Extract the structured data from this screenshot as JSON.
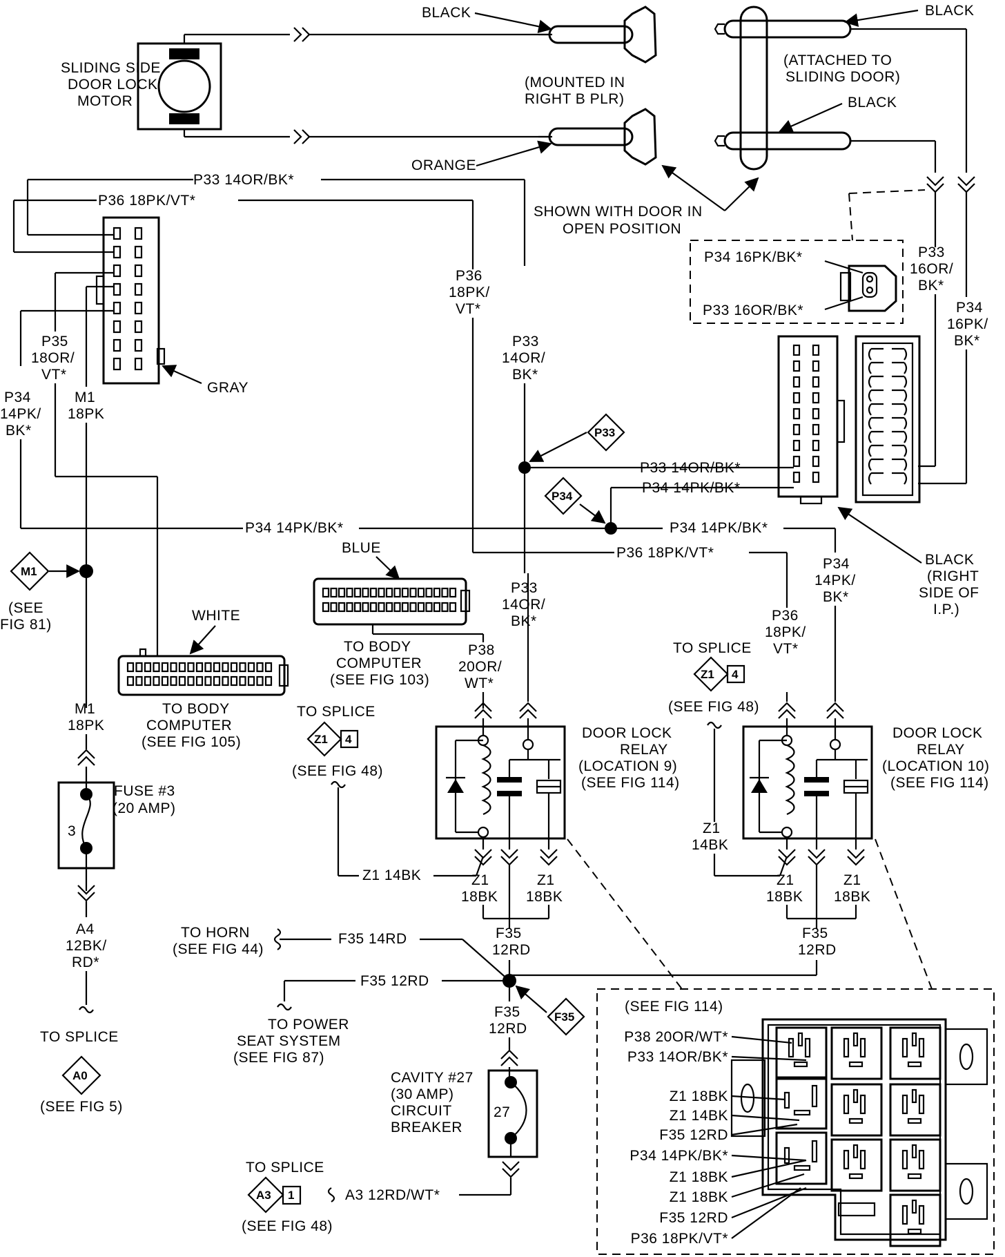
{
  "components": {
    "motor": [
      "SLIDING SIDE",
      "DOOR LOCK",
      "MOTOR"
    ],
    "contacts_mount": [
      "(MOUNTED IN",
      "RIGHT B PLR)"
    ],
    "contacts_door": [
      "(ATTACHED TO",
      "SLIDING DOOR)"
    ],
    "door_open_note": [
      "SHOWN WITH DOOR IN",
      "OPEN POSITION"
    ],
    "gray_connector": "GRAY",
    "black_connector": [
      "BLACK",
      "(RIGHT",
      "SIDE OF",
      "I.P.)"
    ],
    "blue_connector": "BLUE",
    "white_connector": "WHITE",
    "body_computer_blue": [
      "TO BODY",
      "COMPUTER",
      "(SEE FIG 103)"
    ],
    "body_computer_white": [
      "TO BODY",
      "COMPUTER",
      "(SEE FIG 105)"
    ],
    "relay9": [
      "DOOR LOCK",
      "RELAY",
      "(LOCATION 9)",
      "(SEE FIG 114)"
    ],
    "relay10": [
      "DOOR LOCK",
      "RELAY",
      "(LOCATION 10)",
      "(SEE FIG 114)"
    ],
    "fuse": [
      "FUSE #3",
      "(20 AMP)"
    ],
    "fuse_number": "3",
    "breaker": [
      "CAVITY #27",
      "(30 AMP)",
      "CIRCUIT",
      "BREAKER"
    ],
    "breaker_number": "27",
    "see_fig_114": "(SEE FIG 114)",
    "to_horn": [
      "TO HORN",
      "(SEE FIG 44)"
    ],
    "to_power_seat": [
      "TO POWER",
      "SEAT SYSTEM",
      "(SEE FIG 87)"
    ]
  },
  "wire_colors": {
    "black": "BLACK",
    "orange": "ORANGE"
  },
  "wires": {
    "p33_top": "P33  14OR/BK*",
    "p36_top": "P36  18PK/VT*",
    "p36_vert": [
      "P36",
      "18PK/",
      "VT*"
    ],
    "p33_vert": [
      "P33",
      "14OR/",
      "BK*"
    ],
    "p35_vert": [
      "P35",
      "18OR/",
      "VT*"
    ],
    "m1_vert": [
      "M1",
      "18PK"
    ],
    "p34_left": [
      "P34",
      "14PK/",
      "BK*"
    ],
    "p34_mid": "P34 14PK/BK*",
    "p33_conn": "P33  14OR/BK*",
    "p34_conn": "P34  14PK/BK*",
    "p34_right": "P34  14PK/BK*",
    "p36_right": "P36  18PK/VT*",
    "p34_relay": [
      "P34",
      "14PK/",
      "BK*"
    ],
    "p36_relay": [
      "P36",
      "18PK/",
      "VT*"
    ],
    "p33_relay": [
      "P33",
      "14OR/",
      "BK*"
    ],
    "p38_relay": [
      "P38",
      "20OR/",
      "WT*"
    ],
    "dash_p34": "P34  16PK/BK*",
    "dash_p33": "P33  16OR/BK*",
    "p33_side": [
      "P33",
      "16OR/",
      "BK*"
    ],
    "p34_side": [
      "P34",
      "16PK/",
      "BK*"
    ],
    "m1_fuse": [
      "M1",
      "18PK"
    ],
    "a4": [
      "A4",
      "12BK/",
      "RD*"
    ],
    "z1_left": "Z1   14BK",
    "z1_a": [
      "Z1",
      "18BK"
    ],
    "z1_b": [
      "Z1",
      "18BK"
    ],
    "z1_c": [
      "Z1",
      "18BK"
    ],
    "z1_d": [
      "Z1",
      "18BK"
    ],
    "z1_right": [
      "Z1",
      "14BK"
    ],
    "f35_a": [
      "F35",
      "12RD"
    ],
    "f35_b": [
      "F35",
      "12RD"
    ],
    "f35_horn": "F35 14RD",
    "f35_seat": "F35 12RD",
    "f35_down": [
      "F35",
      "12RD"
    ],
    "a3": "A3  12RD/WT*"
  },
  "splices": {
    "m1": "M1",
    "p33": "P33",
    "p34": "P34",
    "f35": "F35",
    "z1a": "Z1",
    "z1a_num": "4",
    "z1b": "Z1",
    "z1b_num": "4",
    "a0": "A0",
    "a3": "A3",
    "a3_num": "1"
  },
  "splice_text": {
    "see_fig81": [
      "(SEE",
      "FIG 81)"
    ],
    "to_splice_z1a": "TO SPLICE",
    "see_z1a": "(SEE FIG 48)",
    "to_splice_z1b": "TO SPLICE",
    "see_z1b": "(SEE FIG 48)",
    "to_splice_a0": "TO SPLICE",
    "see_a0": "(SEE FIG 5)",
    "to_splice_a3": "TO SPLICE",
    "see_a3": "(SEE FIG 48)"
  },
  "relay_block": [
    "P38 20OR/WT*",
    "P33 14OR/BK*",
    "Z1 18BK",
    "Z1 14BK",
    "F35 12RD",
    "P34 14PK/BK*",
    "Z1 18BK",
    "Z1 18BK",
    "F35 12RD",
    "P36 18PK/VT*"
  ]
}
